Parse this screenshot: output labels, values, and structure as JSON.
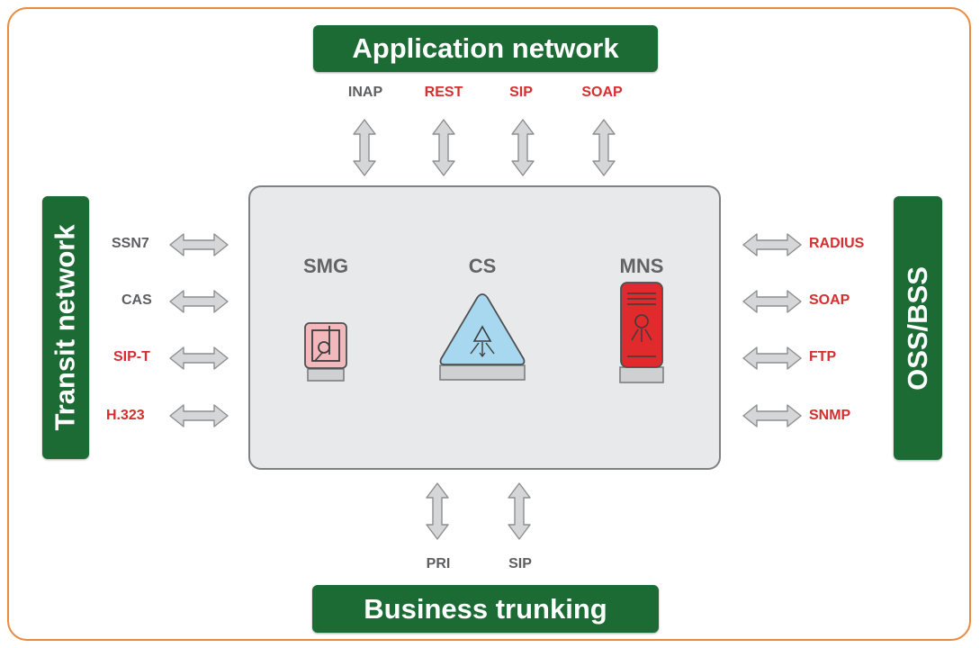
{
  "banners": {
    "top": "Application network",
    "bottom": "Business trunking",
    "left": "Transit network",
    "right": "OSS/BSS"
  },
  "core": {
    "nodes": [
      {
        "label": "SMG",
        "icon": "smg-gateway-icon"
      },
      {
        "label": "CS",
        "icon": "cs-triangle-icon"
      },
      {
        "label": "MNS",
        "icon": "mns-server-icon"
      }
    ]
  },
  "protocols": {
    "top": [
      {
        "label": "INAP",
        "color": "#5d5e60"
      },
      {
        "label": "REST",
        "color": "#d62e2f"
      },
      {
        "label": "SIP",
        "color": "#d62e2f"
      },
      {
        "label": "SOAP",
        "color": "#d62e2f"
      }
    ],
    "left": [
      {
        "label": "SSN7",
        "color": "#5d5e60"
      },
      {
        "label": "CAS",
        "color": "#5d5e60"
      },
      {
        "label": "SIP-T",
        "color": "#d62e2f"
      },
      {
        "label": "H.323",
        "color": "#d62e2f"
      }
    ],
    "right": [
      {
        "label": "RADIUS",
        "color": "#d62e2f"
      },
      {
        "label": "SOAP",
        "color": "#d62e2f"
      },
      {
        "label": "FTP",
        "color": "#d62e2f"
      },
      {
        "label": "SNMP",
        "color": "#d62e2f"
      }
    ],
    "bottom": [
      {
        "label": "PRI",
        "color": "#5d5e60"
      },
      {
        "label": "SIP",
        "color": "#5d5e60"
      }
    ]
  },
  "colors": {
    "banner_green": "#1c6b34",
    "frame_orange": "#e98a3e",
    "gray_label": "#5d5e60",
    "red_label": "#d62e2f"
  }
}
